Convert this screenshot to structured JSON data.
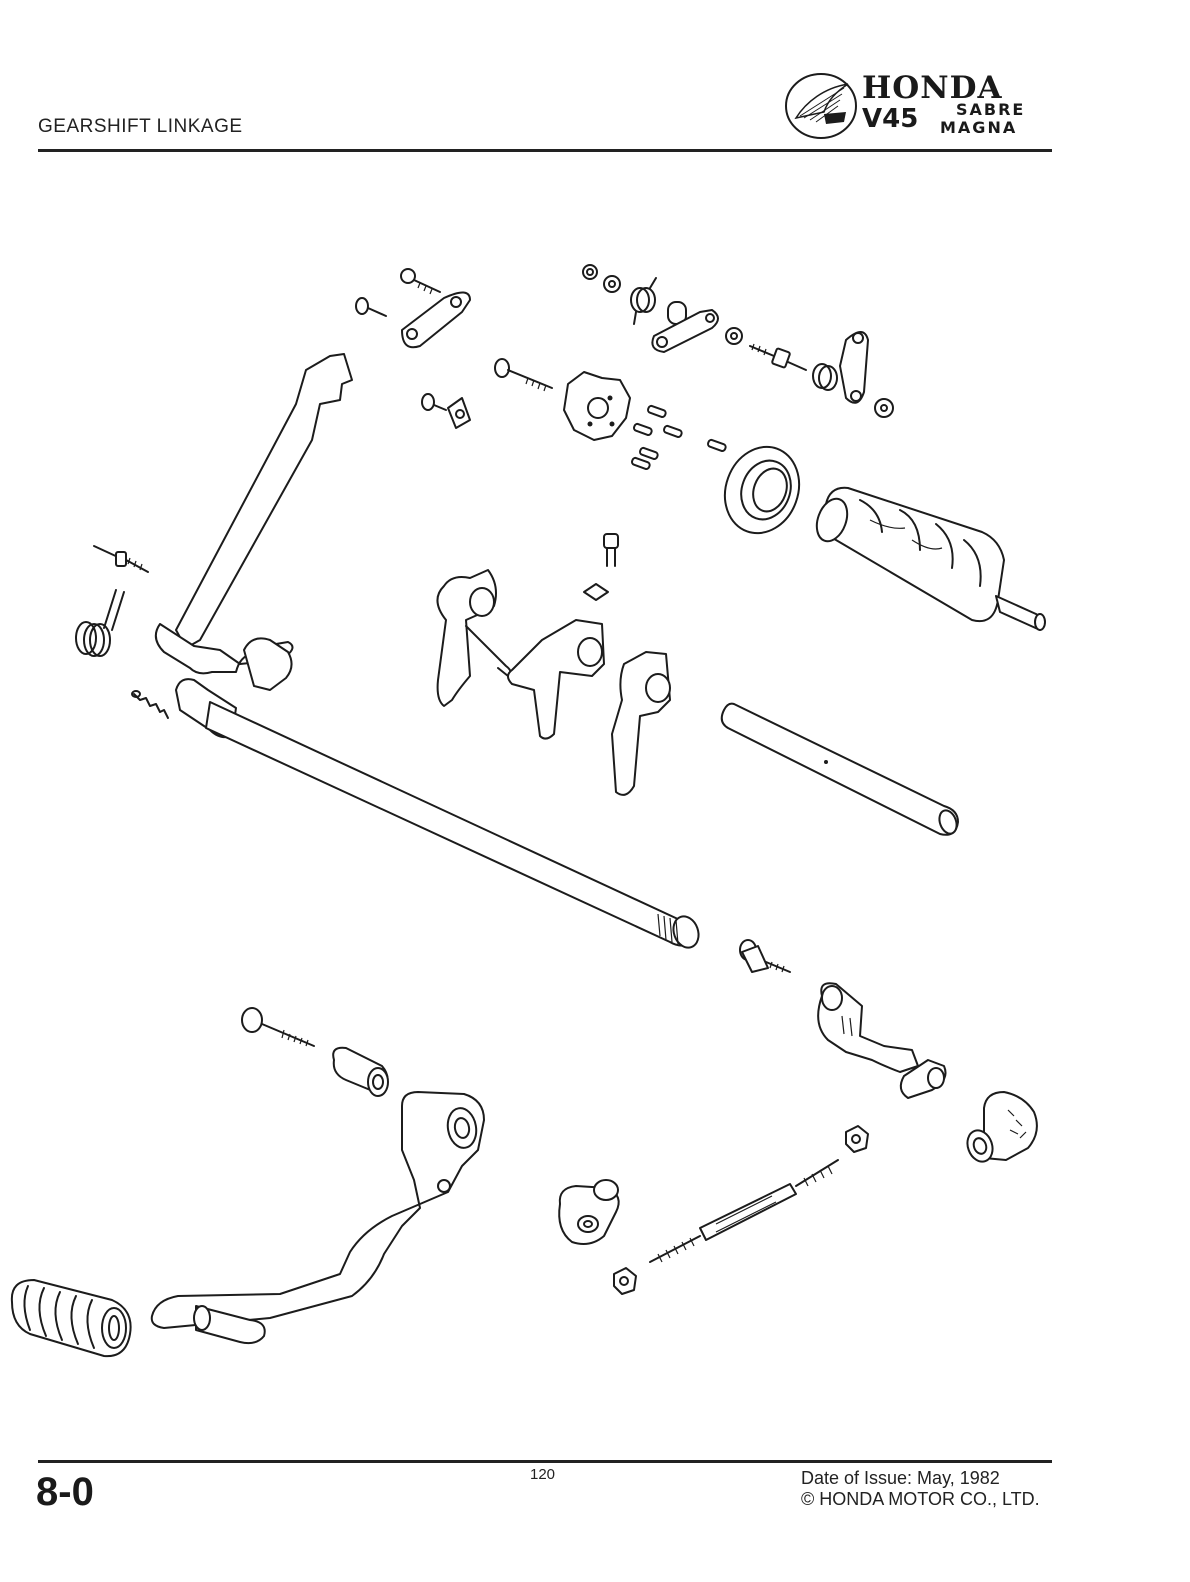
{
  "header": {
    "section_title": "GEARSHIFT LINKAGE",
    "brand": "HONDA",
    "model": "V45",
    "variant_top": "SABRE",
    "variant_bottom": "MAGNA",
    "logo_icon": "wing-emblem-icon"
  },
  "footer": {
    "page_code": "8-0",
    "page_number": "120",
    "issue_date": "Date of Issue: May, 1982",
    "copyright": "© HONDA MOTOR CO., LTD."
  },
  "illustration": {
    "parts_icons": [
      "shift-drum-icon",
      "shift-fork-icon",
      "fork-shaft-icon",
      "gearshift-spindle-icon",
      "stopper-arm-icon",
      "bearing-icon",
      "spring-icon",
      "bolt-icon",
      "shift-pedal-icon",
      "pedal-rubber-icon",
      "tie-rod-icon",
      "shift-arm-icon",
      "rod-end-icon",
      "boot-icon"
    ],
    "colors": {
      "ink": "#1c1c1c",
      "paper": "#ffffff"
    }
  }
}
